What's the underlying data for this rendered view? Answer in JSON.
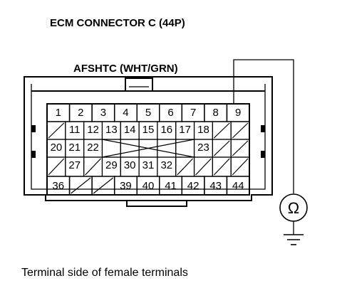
{
  "title": "ECM CONNECTOR C (44P)",
  "wire_label": "AFSHTC (WHT/GRN)",
  "caption": "Terminal side of female terminals",
  "meter_symbol": "Ω",
  "probe_terminal": "9",
  "terminals": {
    "row1": [
      "1",
      "2",
      "3",
      "4",
      "5",
      "6",
      "7",
      "8",
      "9"
    ],
    "row2": [
      "",
      "11",
      "12",
      "13",
      "14",
      "15",
      "16",
      "17",
      "18",
      "",
      ""
    ],
    "row3": [
      "20",
      "21",
      "22",
      "",
      "",
      "",
      "",
      "",
      "23",
      "",
      ""
    ],
    "row4": [
      "",
      "27",
      "",
      "29",
      "30",
      "31",
      "32",
      "",
      "",
      "",
      ""
    ],
    "row5": [
      "36",
      "",
      "",
      "39",
      "40",
      "41",
      "42",
      "43",
      "44"
    ]
  }
}
